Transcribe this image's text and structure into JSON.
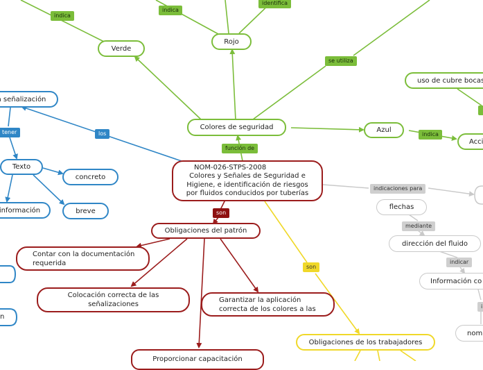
{
  "central": {
    "title": "NOM-026-STPS-2008",
    "lines": [
      "Colores y Señales de Seguridad e",
      "Higiene, e identificación de riesgos",
      "por fluidos conducidos por tuberías"
    ]
  },
  "nodes": {
    "verde": "Verde",
    "rojo": "Rojo",
    "colores": "Colores de seguridad",
    "azul": "Azul",
    "accion": "Acci",
    "cubrebocas": "uso de cubre bocas",
    "senalizacion": "a señalización",
    "texto": "Texto",
    "concreto": "concreto",
    "informacion": "información",
    "breve": "breve",
    "patron": "Obligaciones del patrón",
    "doc_l1": "Contar con la documentación",
    "doc_l2": "requerida",
    "coloc_l1": "Colocación correcta de las",
    "coloc_l2": "señalizaciones",
    "garant_l1": "Garantizar la aplicación",
    "garant_l2": "correcta de los colores a las",
    "capac": "Proporcionar capacitación",
    "trabajadores": "Obligaciones de los trabajadores",
    "flechas": "flechas",
    "direccion": "dirección del fluido",
    "infoco": "Información co",
    "nomb": "nomb",
    "partial_right": "",
    "partial_left1": "",
    "partial_left2": "n"
  },
  "labels": {
    "indica_top": "indica",
    "indica_mid": "indica",
    "identifica": "identifica",
    "se_utiliza": "se utiliza",
    "indica_azul": "indica",
    "los": "los",
    "tener": "tener",
    "funcion": "función de",
    "son_red": "son",
    "son_yellow": "son",
    "indicaciones": "indicaciones para",
    "mediante": "mediante",
    "indicar": "indicar",
    "i_partial": "i"
  },
  "colors": {
    "green": "#7bbd3a",
    "blue": "#2f86c6",
    "red": "#9b1c1c",
    "yellow": "#f0d829",
    "gray": "#c9c9c9"
  }
}
